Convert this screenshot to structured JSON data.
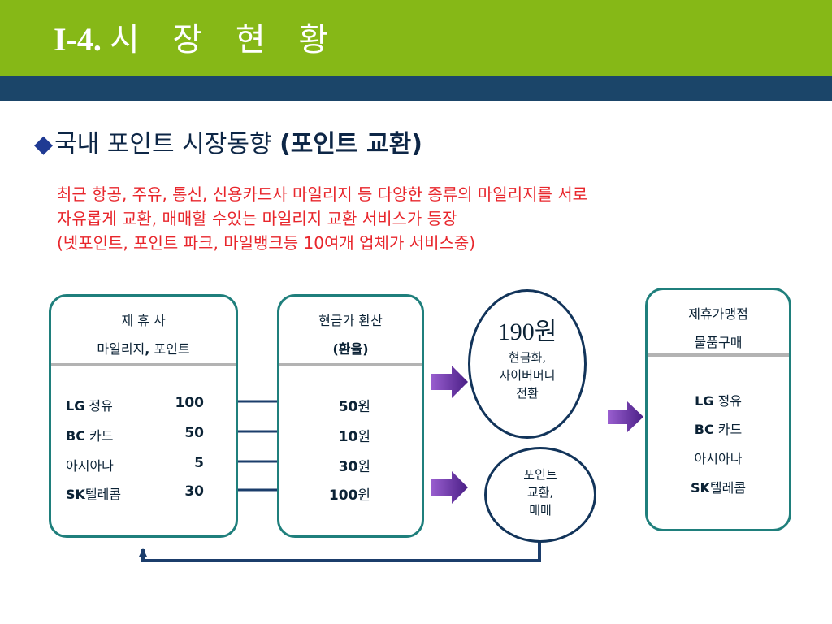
{
  "header": {
    "title_number": "I-4.",
    "title_text": "시 장 현 황"
  },
  "section": {
    "diamond": "◆",
    "heading_text": "국내 포인트 시장동향 ",
    "heading_paren": "(포인트 교환)"
  },
  "description": {
    "line1": "최근 항공, 주유, 통신, 신용카드사 마일리지 등 다양한 종류의 마일리지를 서로",
    "line2": "자유롭게 교환, 매매할 수있는 마일리지 교환 서비스가 등장",
    "line3": "(넷포인트, 포인트 파크, 마일뱅크등 10여개 업체가 서비스중)"
  },
  "partners": {
    "header1": "제 휴 사",
    "header2_pre": "마일리지",
    "header2_comma": ",",
    "header2_post": " 포인트",
    "rows": [
      {
        "label_bold": "LG",
        "label_rest": " 정유",
        "value": "100"
      },
      {
        "label_bold": "BC",
        "label_rest": " 카드",
        "value": "50"
      },
      {
        "label_bold": "",
        "label_rest": "아시아나",
        "value": "5"
      },
      {
        "label_bold": "SK",
        "label_rest": "텔레콤",
        "value": "30"
      }
    ]
  },
  "cash": {
    "header1": "현금가 환산",
    "header2": "(환율)",
    "rates": [
      {
        "num": "50",
        "unit": "원"
      },
      {
        "num": "10",
        "unit": "원"
      },
      {
        "num": "30",
        "unit": "원"
      },
      {
        "num": "100",
        "unit": "원"
      }
    ]
  },
  "cash_circle": {
    "amount": "190",
    "unit": "원",
    "line1": "현금화,",
    "line2": "사이버머니",
    "line3": "전환"
  },
  "point_circle": {
    "line1": "포인트",
    "line2": "교환,",
    "line3": "매매"
  },
  "stores": {
    "header1": "제휴가맹점",
    "header2": "물품구매",
    "items": [
      {
        "bold": "LG",
        "rest": " 정유"
      },
      {
        "bold": "BC",
        "rest": " 카드"
      },
      {
        "bold": "",
        "rest": "아시아나"
      },
      {
        "bold": "SK",
        "rest": "텔레콤"
      }
    ]
  },
  "colors": {
    "title_bar": "#86b817",
    "blue_bar": "#1b4569",
    "box_border": "#1f7f7c",
    "circle_border": "#12345a",
    "arrow": "#1b3d6b",
    "block_arrow": "#6b2fa3",
    "red_text": "#e8262c"
  }
}
